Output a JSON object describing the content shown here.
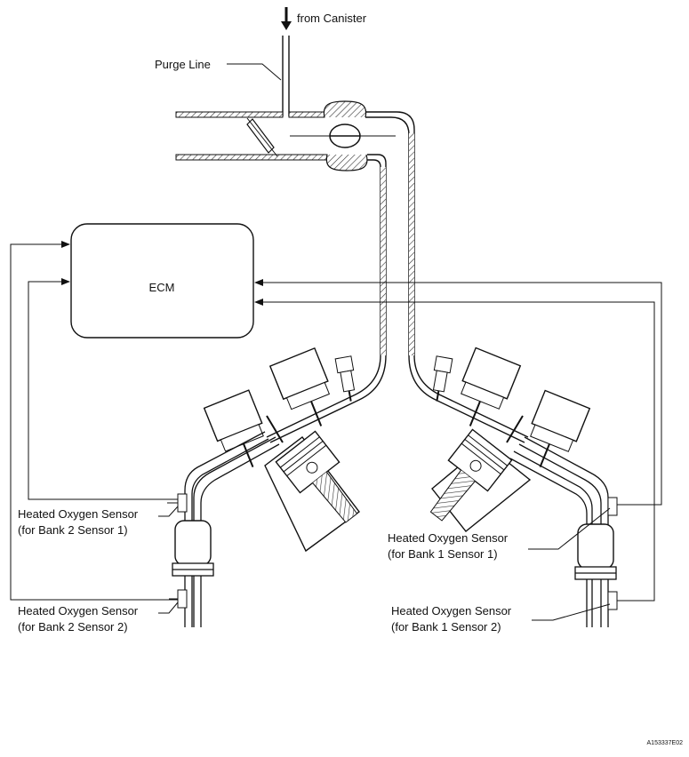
{
  "labels": {
    "from_canister": "from Canister",
    "purge_line": "Purge Line",
    "ecm": "ECM",
    "bank2_sensor1": [
      "Heated Oxygen Sensor",
      "(for Bank 2 Sensor 1)"
    ],
    "bank2_sensor2": [
      "Heated Oxygen Sensor",
      "(for Bank 2 Sensor 2)"
    ],
    "bank1_sensor1": [
      "Heated Oxygen Sensor",
      "(for Bank 1 Sensor 1)"
    ],
    "bank1_sensor2": [
      "Heated Oxygen Sensor",
      "(for Bank 1 Sensor 2)"
    ],
    "figure_code": "A153337E02"
  },
  "colors": {
    "line": "#111111",
    "fill": "#ffffff"
  }
}
